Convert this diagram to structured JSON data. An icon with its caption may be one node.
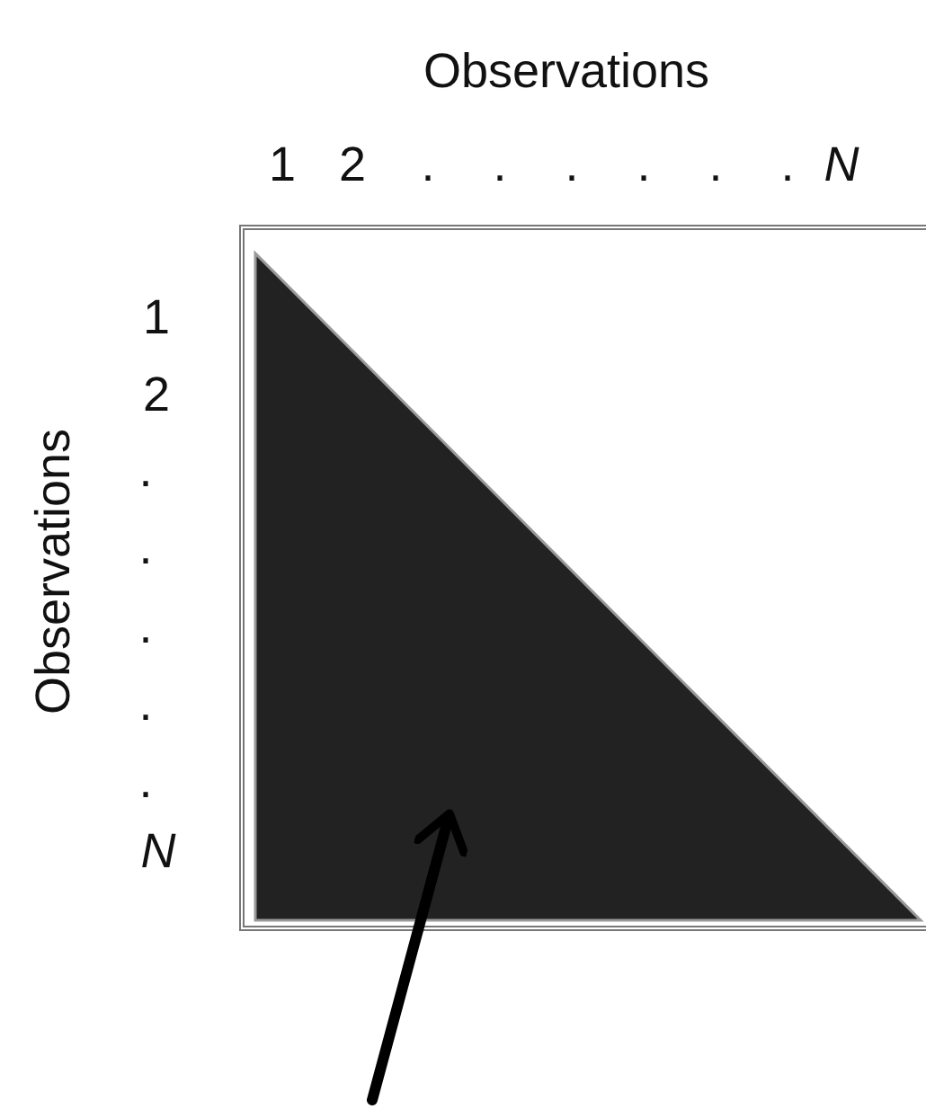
{
  "diagram": {
    "nodes": [
      {
        "text": [],
        "shape": "box"
      },
      {
        "text": [],
        "shape": "triangle",
        "in": 0
      }
    ],
    "edges": [
      {
        "from": null,
        "to": 1,
        "arrow": "to"
      }
    ],
    "labels": [
      "Observations",
      "1",
      "2",
      ".",
      ".",
      ".",
      ".",
      ".",
      ".",
      "N",
      "Observations",
      "1",
      "2",
      ".",
      ".",
      ".",
      ".",
      ".",
      "N"
    ]
  }
}
